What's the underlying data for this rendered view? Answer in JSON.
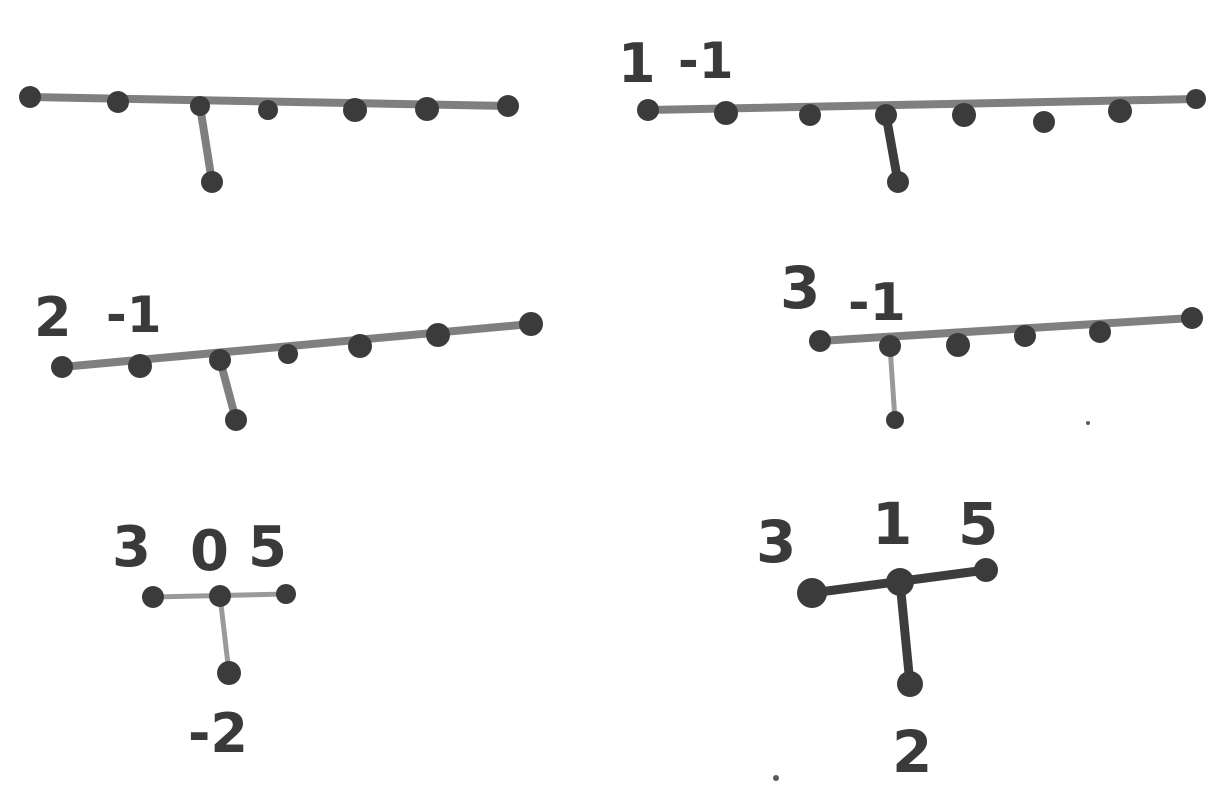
{
  "diagrams": [
    {
      "id": "tree-1",
      "labels": []
    },
    {
      "id": "tree-2",
      "labels": [
        "1",
        "-1"
      ]
    },
    {
      "id": "tree-3",
      "labels": [
        "2",
        "-1"
      ]
    },
    {
      "id": "tree-4",
      "labels": [
        "3",
        "-1"
      ]
    },
    {
      "id": "tree-5",
      "labels": [
        "3",
        "0",
        "5",
        "-2"
      ]
    },
    {
      "id": "tree-6",
      "labels": [
        "3",
        "1",
        "5",
        "2"
      ]
    }
  ],
  "colors": {
    "ink": "#3b3b3b",
    "edge": "#8a8a8a"
  }
}
